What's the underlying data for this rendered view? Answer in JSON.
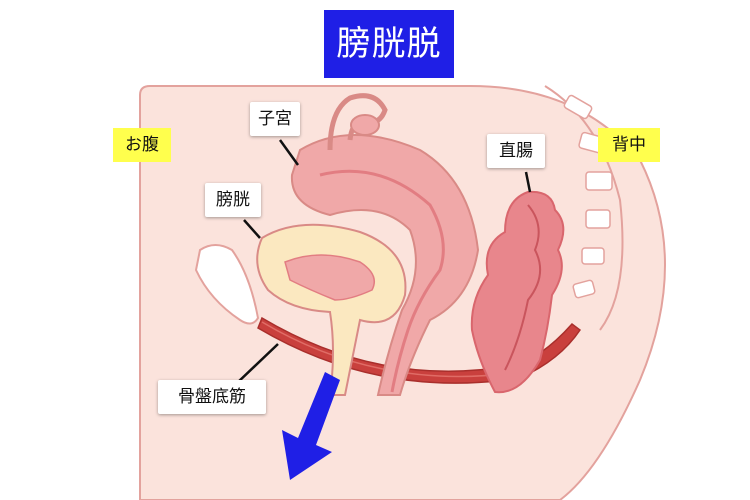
{
  "title": "膀胱脱",
  "side_labels": {
    "front": "お腹",
    "back": "背中"
  },
  "labels": {
    "uterus": "子宮",
    "bladder": "膀胱",
    "rectum": "直腸",
    "pelvic_floor": "骨盤底筋"
  },
  "colors": {
    "title_bg": "#1f1fe6",
    "highlight": "#ffff4d",
    "arrow": "#1f1fe6",
    "skin": "#fbe3dc",
    "outline": "#d98a86",
    "organ": "#f0a8a8",
    "organ_dark": "#e27d82",
    "bladder": "#fbe8c0",
    "muscle": "#c9403d"
  }
}
